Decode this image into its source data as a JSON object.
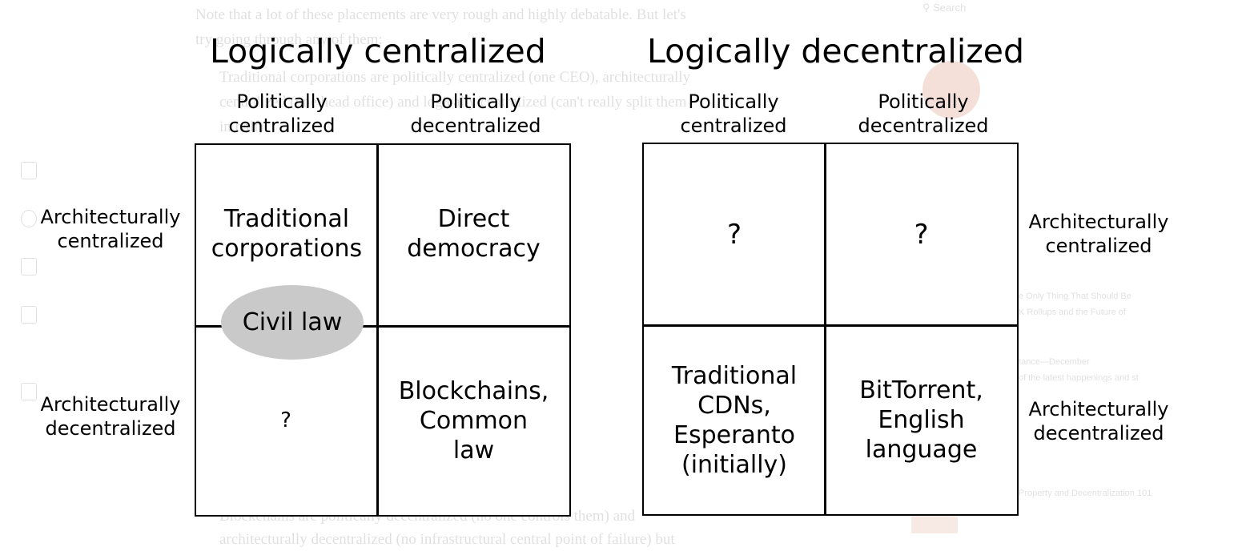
{
  "background_article": {
    "lines": [
      "Note that a lot of these placements are very rough and highly debatable. But let's",
      "try going through any of them:",
      "Traditional corporations are politically centralized (one CEO), architecturally",
      "centralized (one head office) and logically centralized (can't really split them",
      "in half)."
    ],
    "bottom_lines": [
      "Blockchains are politically decentralized (no one controls them) and",
      "architecturally decentralized (no infrastructural central point of failure) but"
    ],
    "sidebar": {
      "search_placeholder": "Search",
      "items": [
        "e Only Thing That Should Be",
        "K Rollups and the Future of",
        "tance—December",
        "of the latest happenings and st",
        "Property and Decentralization 101"
      ]
    }
  },
  "diagram": {
    "left": {
      "title": "Logically centralized",
      "col_headers": [
        "Politically\ncentralized",
        "Politically\ndecentralized"
      ],
      "row_headers": [
        "Architecturally\ncentralized",
        "Architecturally\ndecentralized"
      ],
      "cells": [
        "Traditional\ncorporations",
        "Direct\ndemocracy",
        "?",
        "Blockchains,\nCommon\nlaw"
      ],
      "overlay": "Civil law"
    },
    "right": {
      "title": "Logically decentralized",
      "col_headers": [
        "Politically\ncentralized",
        "Politically\ndecentralized"
      ],
      "row_headers": [
        "Architecturally\ncentralized",
        "Architecturally\ndecentralized"
      ],
      "cells": [
        "?",
        "?",
        "Traditional\nCDNs,\nEsperanto\n(initially)",
        "BitTorrent,\nEnglish\nlanguage"
      ]
    }
  },
  "colors": {
    "overlay_fill": "#c9c9c9",
    "line": "#000000"
  }
}
